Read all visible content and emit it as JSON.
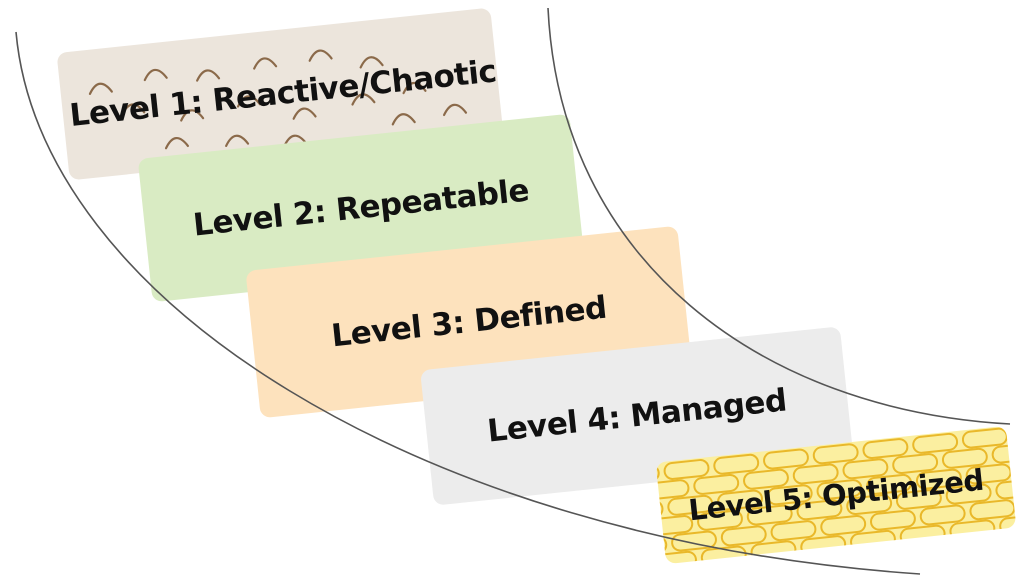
{
  "levels": [
    {
      "label": "Level 1: Reactive/Chaotic",
      "color": "#ece5dc",
      "pattern": "arches",
      "pattern_color": "#8b6a4a"
    },
    {
      "label": "Level 2: Repeatable",
      "color": "#d9ebc3",
      "pattern": "none"
    },
    {
      "label": "Level 3: Defined",
      "color": "#fde2bd",
      "pattern": "none"
    },
    {
      "label": "Level 4: Managed",
      "color": "#ececec",
      "pattern": "none"
    },
    {
      "label": "Level 5: Optimized",
      "color": "#fbefa0",
      "pattern": "bricks",
      "pattern_color": "#e9b82a"
    }
  ],
  "curve_color": "#555555"
}
